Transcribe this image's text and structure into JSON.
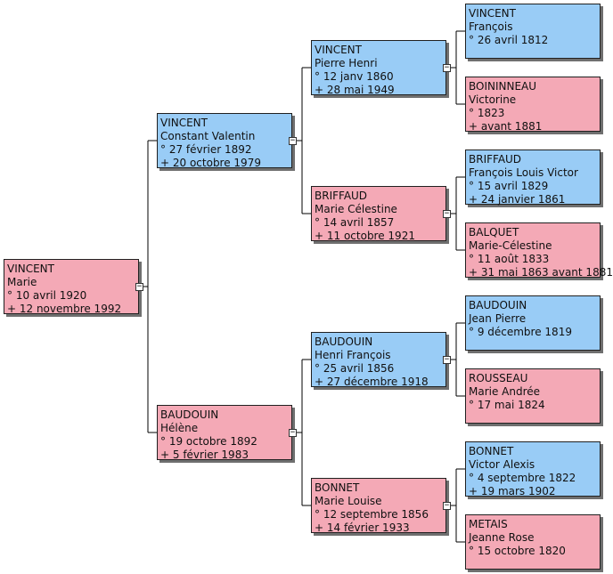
{
  "colors": {
    "male": "#99ccf6",
    "female": "#f4a9b6",
    "line": "#000000"
  },
  "people": [
    {
      "id": "p0",
      "sex": "female",
      "lines": [
        "VINCENT",
        "Marie",
        "° 10 avril 1920",
        "+ 12 novembre 1992"
      ]
    },
    {
      "id": "p1",
      "sex": "male",
      "lines": [
        "VINCENT",
        "Constant Valentin",
        "° 27 février 1892",
        "+ 20 octobre 1979"
      ]
    },
    {
      "id": "p2",
      "sex": "female",
      "lines": [
        "BAUDOUIN",
        "Hélène",
        "° 19 octobre 1892",
        "+ 5 février 1983"
      ]
    },
    {
      "id": "p3",
      "sex": "male",
      "lines": [
        "VINCENT",
        "Pierre Henri",
        "° 12 janv 1860",
        "+ 28 mai 1949"
      ]
    },
    {
      "id": "p4",
      "sex": "female",
      "lines": [
        "BRIFFAUD",
        "Marie Célestine",
        "° 14 avril 1857",
        "+ 11 octobre 1921"
      ]
    },
    {
      "id": "p5",
      "sex": "male",
      "lines": [
        "BAUDOUIN",
        "Henri François",
        "° 25 avril 1856",
        "+ 27 décembre 1918"
      ]
    },
    {
      "id": "p6",
      "sex": "female",
      "lines": [
        "BONNET",
        "Marie Louise",
        "° 12 septembre 1856",
        "+ 14 février 1933"
      ]
    },
    {
      "id": "p7",
      "sex": "male",
      "lines": [
        "VINCENT",
        "François",
        "° 26 avril 1812"
      ]
    },
    {
      "id": "p8",
      "sex": "female",
      "lines": [
        "BOININNEAU",
        "Victorine",
        "° 1823",
        "+ avant 1881"
      ]
    },
    {
      "id": "p9",
      "sex": "male",
      "lines": [
        "BRIFFAUD",
        "François Louis Victor",
        "° 15 avril 1829",
        "+ 24 janvier 1861"
      ]
    },
    {
      "id": "p10",
      "sex": "female",
      "lines": [
        "BALQUET",
        "Marie-Célestine",
        "° 11 août 1833",
        "+ 31 mai 1863 avant 1881"
      ]
    },
    {
      "id": "p11",
      "sex": "male",
      "lines": [
        "BAUDOUIN",
        "Jean Pierre",
        "° 9 décembre 1819"
      ]
    },
    {
      "id": "p12",
      "sex": "female",
      "lines": [
        "ROUSSEAU",
        "Marie Andrée",
        "° 17 mai 1824"
      ]
    },
    {
      "id": "p13",
      "sex": "male",
      "lines": [
        "BONNET",
        "Victor Alexis",
        "° 4 septembre 1822",
        "+ 19 mars 1902"
      ]
    },
    {
      "id": "p14",
      "sex": "female",
      "lines": [
        "METAIS",
        "Jeanne Rose",
        "° 15 octobre 1820"
      ]
    }
  ],
  "toggle_symbol": "−"
}
